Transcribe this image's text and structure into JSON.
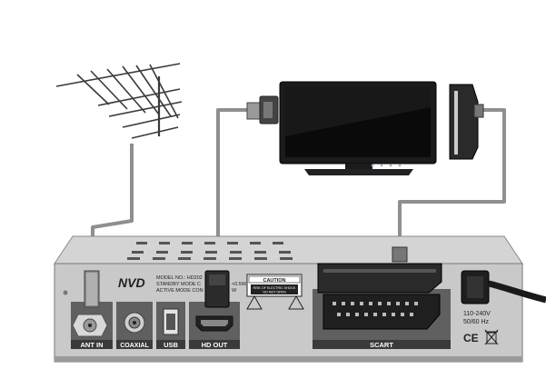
{
  "brand": "NVD",
  "sticker": {
    "line1": "MODEL NO.: HD202",
    "line2": "STANDBY MODE C",
    "line3": "ACTIVE MODE CON",
    "power_suffix": "<0.5W",
    "power_suffix2": "W"
  },
  "caution": {
    "title": "CAUTION",
    "line1": "RISK OF ELECTRIC SHOCK",
    "line2": "DO NOT OPEN"
  },
  "ports": {
    "ant_in": "ANT IN",
    "coaxial": "COAXIAL",
    "usb": "USB",
    "hd_out": "HD OUT",
    "scart": "SCART"
  },
  "power": {
    "voltage": "110-240V",
    "frequency": "50/60 Hz",
    "ce_mark": "CE"
  },
  "colors": {
    "cable": "#8f8f8f",
    "device": "#c9c9c9",
    "panel": "#5a5a5a",
    "label_bg": "#3a3a3a",
    "tv_body": "#1b1b1b"
  }
}
